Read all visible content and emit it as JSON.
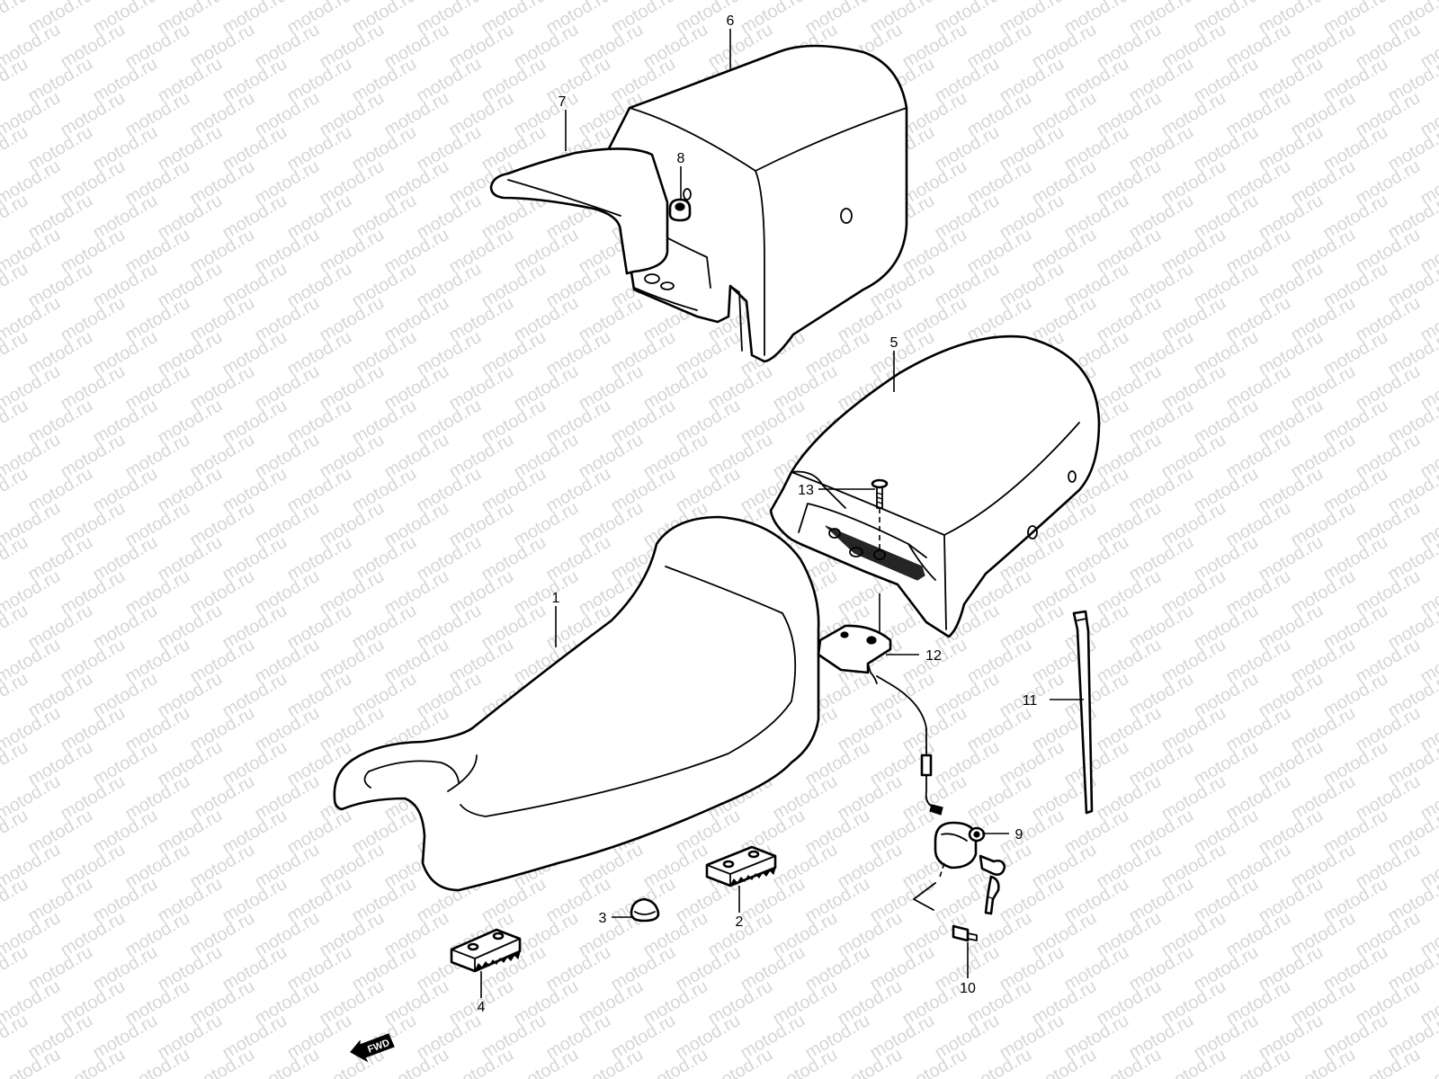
{
  "watermark": {
    "text": "motod.ru",
    "color": "#d6d6d6"
  },
  "callouts": {
    "c1": "1",
    "c2": "2",
    "c3": "3",
    "c4": "4",
    "c5": "5",
    "c6": "6",
    "c7": "7",
    "c8": "8",
    "c9": "9",
    "c10": "10",
    "c11": "11",
    "c12": "12",
    "c13": "13"
  },
  "fwd_label": "FWD",
  "colors": {
    "line": "#000000",
    "background": "#ffffff"
  }
}
